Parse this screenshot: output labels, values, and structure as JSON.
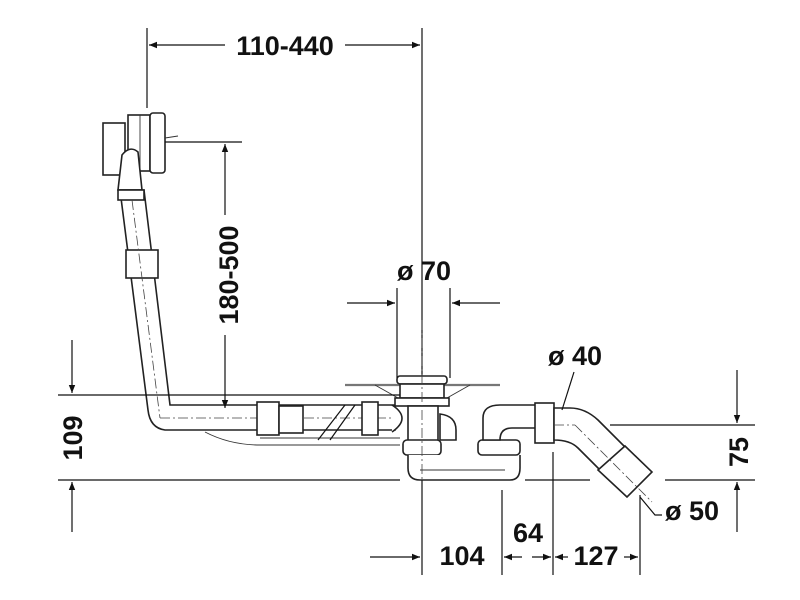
{
  "title": "Bath waste and overflow set – dimension drawing",
  "dimensions": {
    "overflow_offset": "110-440",
    "overflow_height": "180-500",
    "waste_diameter": "ø 70",
    "trap_inlet_diameter": "ø 40",
    "outlet_diameter": "ø 50",
    "total_height": "109",
    "outlet_height": "75",
    "dim_104": "104",
    "dim_64": "64",
    "dim_127": "127"
  },
  "colors": {
    "line": "#111111",
    "background": "#ffffff"
  }
}
